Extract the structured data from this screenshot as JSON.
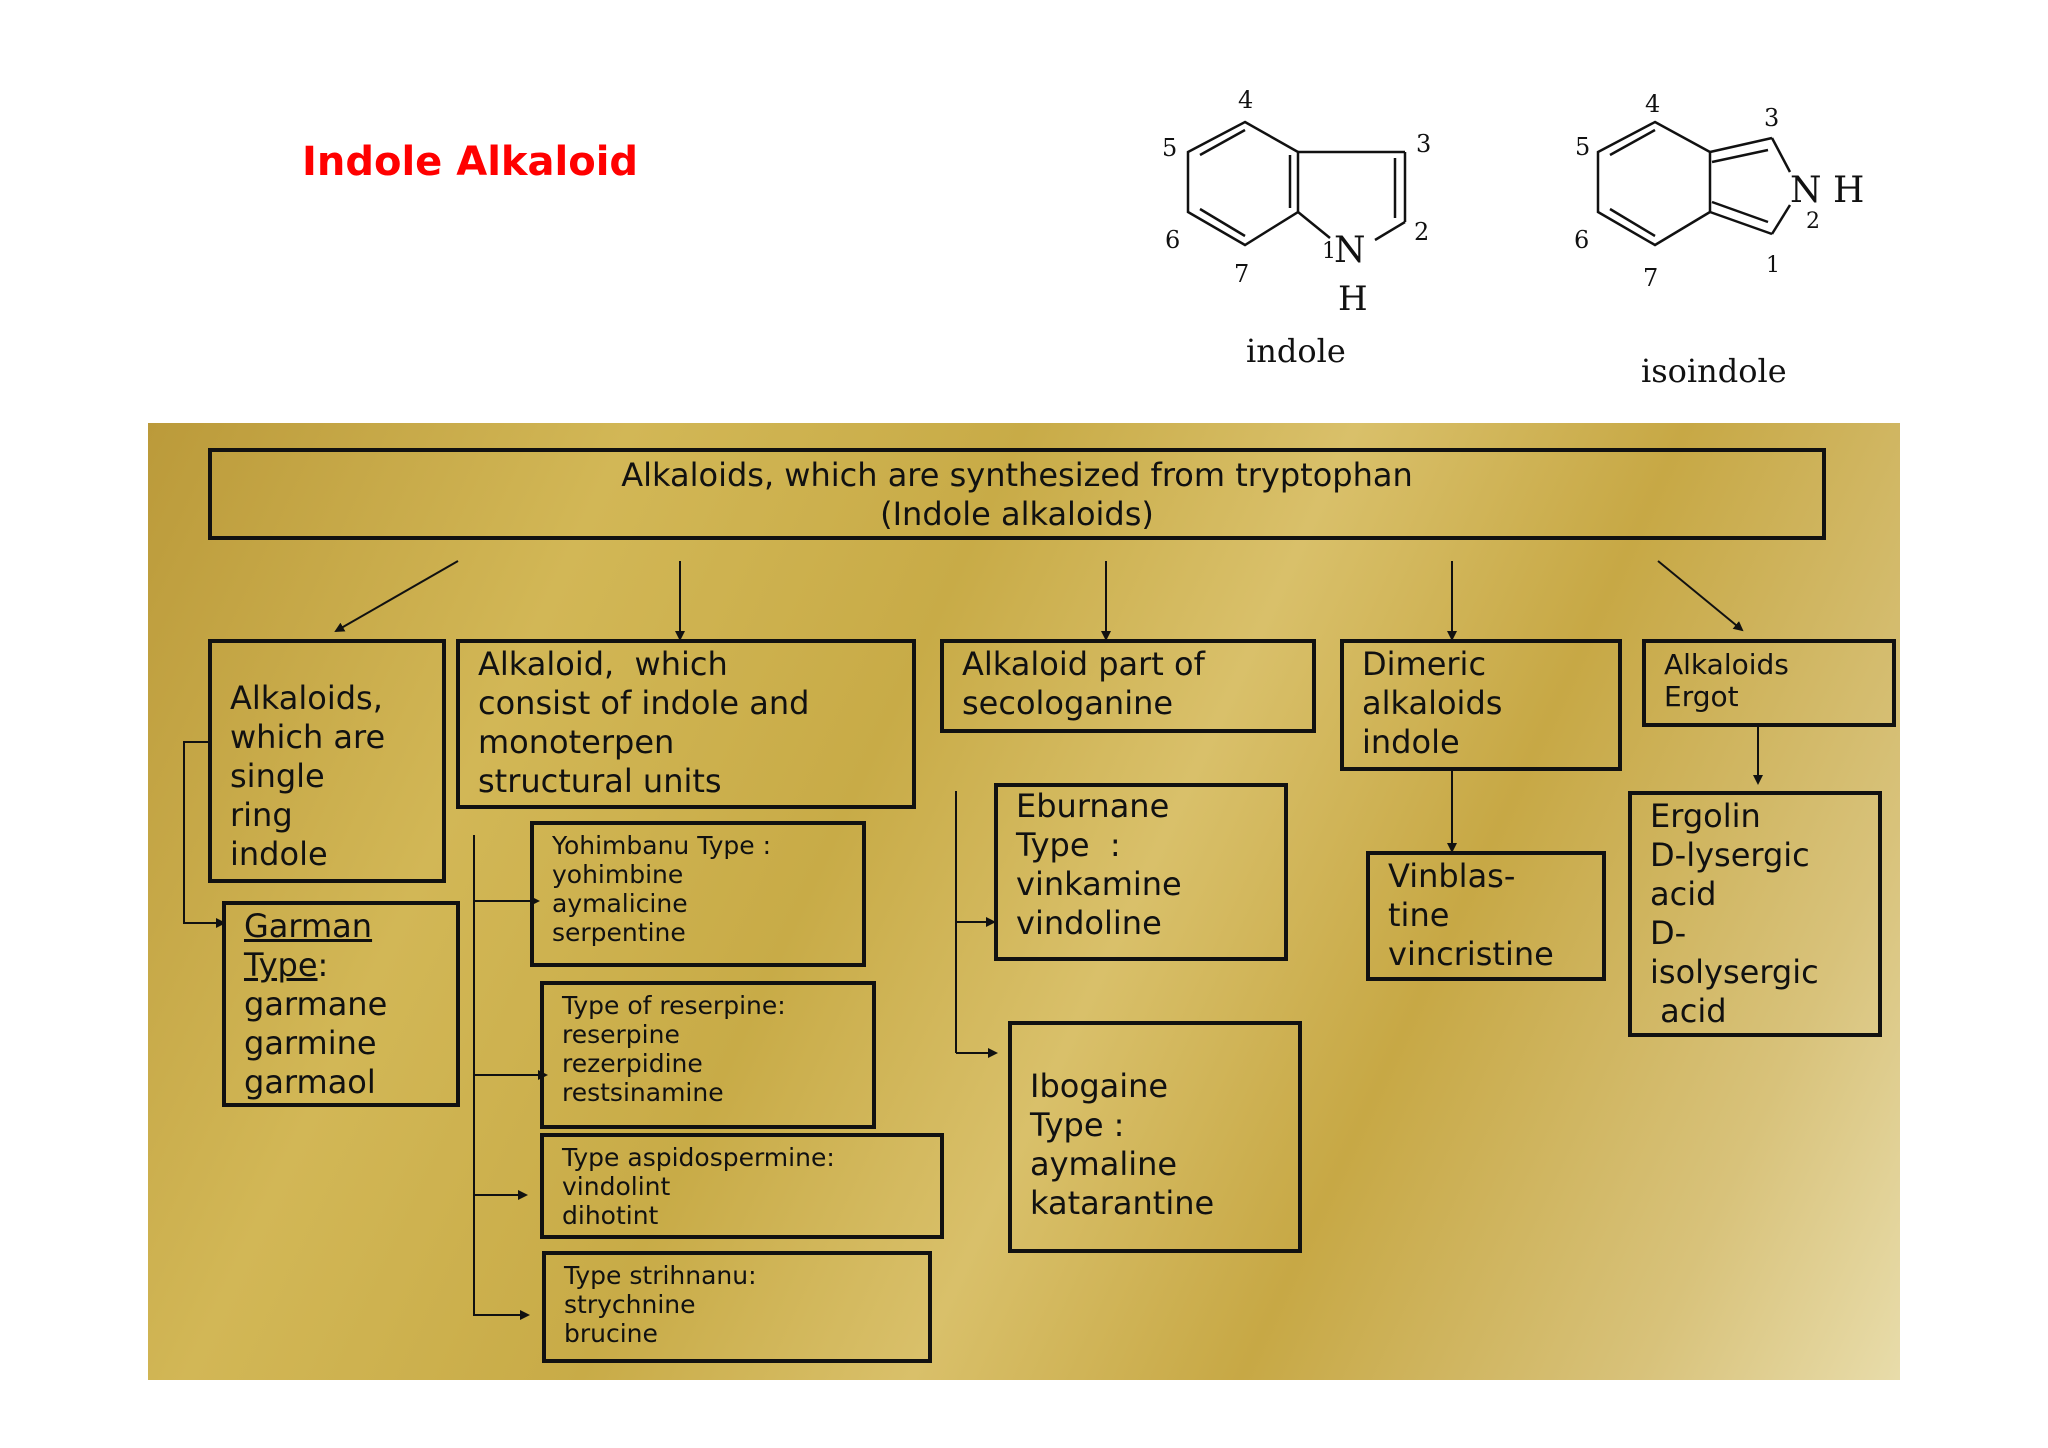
{
  "page_title": "Indole Alkaloid",
  "structures": {
    "indole": {
      "name": "indole",
      "atom_numbers": [
        "4",
        "5",
        "6",
        "7",
        "3",
        "2",
        "1"
      ],
      "nh_label": "N",
      "h_label": "H"
    },
    "isoindole": {
      "name": "isoindole",
      "atom_numbers": [
        "4",
        "5",
        "6",
        "7",
        "3",
        "2",
        "1"
      ],
      "nh_label": "N H"
    }
  },
  "diagram": {
    "root": {
      "line1": "Alkaloids, which are synthesized from tryptophan",
      "line2": "(Indole alkaloids)"
    },
    "single_ring": {
      "lines": [
        "Alkaloids,",
        "which are",
        "single",
        "ring",
        "indole"
      ]
    },
    "garman": {
      "heading": "Garman",
      "type_word": "Type",
      "colon": ":",
      "items": [
        "garmane",
        "garmine",
        "garmaol"
      ]
    },
    "monoterpen": {
      "lines": [
        "Alkaloid,  which",
        "consist of indole and",
        "monoterpen",
        "structural units"
      ]
    },
    "yohimbanu": {
      "lines": [
        "Yohimbanu Type :",
        "yohimbine",
        "aymalicine",
        "serpentine"
      ]
    },
    "reserpine": {
      "lines": [
        "Type of reserpine:",
        "reserpine",
        "rezerpidine",
        "restsinamine"
      ]
    },
    "aspidospermine": {
      "lines": [
        "Type aspidospermine:",
        "vindolint",
        "dihotint"
      ]
    },
    "strihnanu": {
      "lines": [
        "Type strihnanu:",
        "strychnine",
        "brucine"
      ]
    },
    "secologanine": {
      "lines": [
        "Alkaloid part of",
        "secologanine"
      ]
    },
    "eburnane": {
      "lines": [
        "Eburnane",
        "Type  :",
        "vinkamine",
        "vindoline"
      ]
    },
    "ibogaine": {
      "lines": [
        "Ibogaine",
        "Type :",
        "aymaline",
        "katarantine"
      ]
    },
    "dimeric": {
      "lines": [
        "Dimeric",
        "alkaloids",
        "indole"
      ]
    },
    "vinblastine": {
      "lines": [
        "Vinblas-",
        "tine",
        "vincristine"
      ]
    },
    "ergot": {
      "lines": [
        "Alkaloids",
        "Ergot"
      ]
    },
    "ergolin": {
      "lines": [
        "Ergolin",
        "D-lysergic",
        "acid",
        "D-",
        "isolysergic",
        " acid"
      ]
    }
  },
  "colors": {
    "title": "#ff0000",
    "panel_gold": "#c8ab47",
    "line": "#111111"
  }
}
